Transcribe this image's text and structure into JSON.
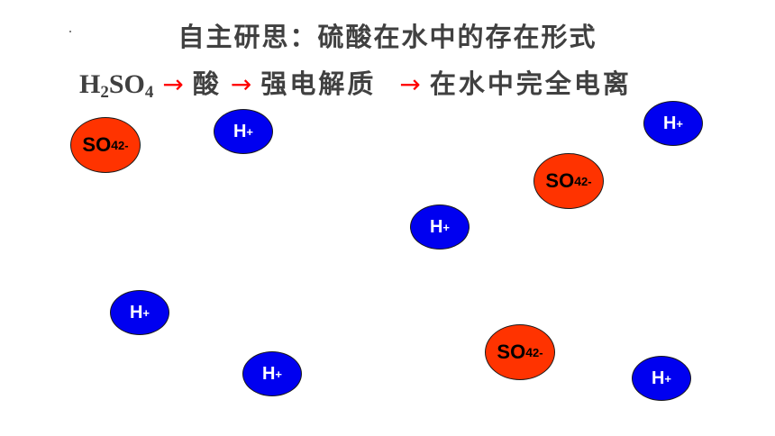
{
  "title": "自主研思：硫酸在水中的存在形式",
  "chain": {
    "formula": {
      "base1": "H",
      "sub1": "2",
      "base2": "SO",
      "sub2": "4"
    },
    "arrow": "→",
    "step1": "酸",
    "step2": "强电解质",
    "step3": "在水中完全电离"
  },
  "ions": {
    "h": {
      "symbol": "H",
      "charge": "+"
    },
    "so4": {
      "symbol": "SO",
      "subscript": "4",
      "charge": "2-"
    }
  },
  "colors": {
    "h_ion": "#0000f0",
    "so4_ion": "#ff3300",
    "arrow": "#ff0000",
    "text": "#404040"
  }
}
